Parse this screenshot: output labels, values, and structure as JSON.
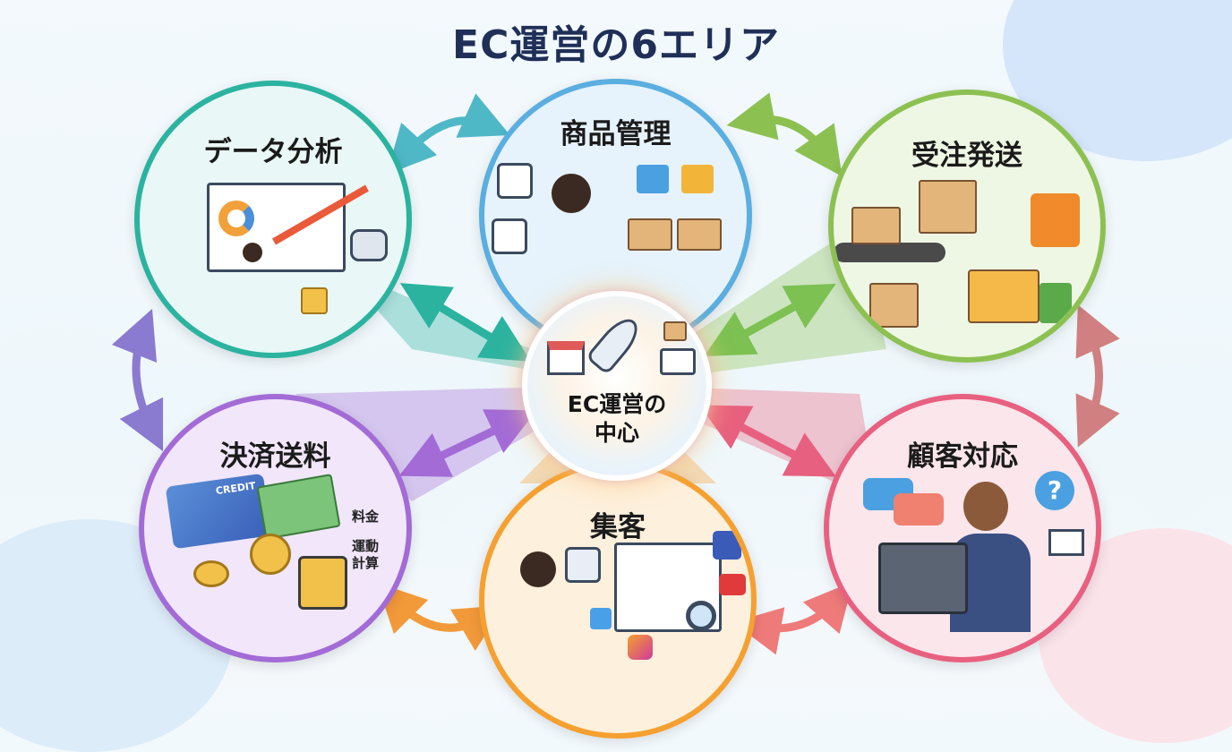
{
  "title": "EC運営の6エリア",
  "center": {
    "line1": "EC運営の",
    "line2": "中心"
  },
  "areas": [
    {
      "id": "data",
      "label": "データ分析",
      "color": "#2bb3a0"
    },
    {
      "id": "product",
      "label": "商品管理",
      "color": "#5aaee0"
    },
    {
      "id": "shipping",
      "label": "受注発送",
      "color": "#8cc152"
    },
    {
      "id": "payment",
      "label": "決済送料",
      "color": "#a36bd6"
    },
    {
      "id": "marketing",
      "label": "集客",
      "color": "#f5a030"
    },
    {
      "id": "support",
      "label": "顧客対応",
      "color": "#e8607f"
    }
  ],
  "payment_details": {
    "card_text": "CREDIT",
    "fee": "料金",
    "calc_line1": "運動",
    "calc_line2": "計算"
  },
  "colors": {
    "title": "#1f2f57"
  }
}
